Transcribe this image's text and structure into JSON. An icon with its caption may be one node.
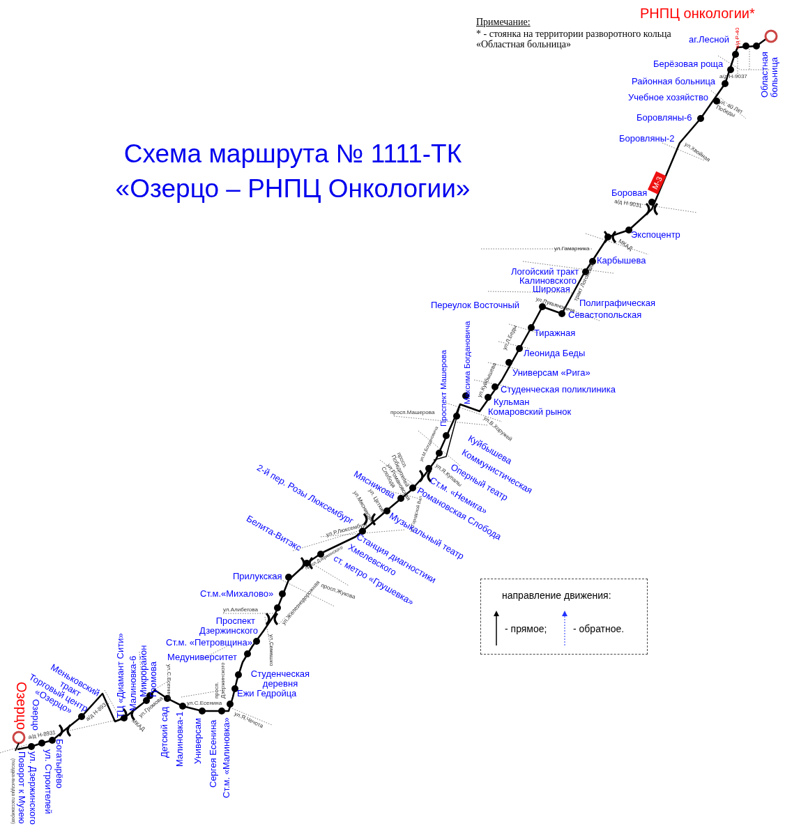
{
  "diagram": {
    "title": "Схема маршрута № 1111-ТК «Озерцо – РНПЦ Онкологии»",
    "labels": [
      "Примечание:",
      "* - стоянка на территории разворотного кольца «Областная больница»",
      "РНПЦ онкологии*",
      "аг.Лесной",
      "а/д Р-40",
      "Областная больница",
      "Берёзовая роща",
      "а/д Н-9037",
      "Районная больница",
      "Учебное хозяйство",
      "ул. 40 Лет Победы",
      "Боровляны-6",
      "Боровляны-2",
      "ул.Хвойная",
      "М-3",
      "Боровая",
      "а/д Н-9031",
      "Экспоцентр",
      "ул.Гамарника",
      "МКАД",
      "Карбышева",
      "Логойский тракт",
      "Калиновского",
      "тракт Логойский",
      "Широкая",
      "Переулок Восточный",
      "ул.Лукьяновича",
      "Полиграфическая",
      "Севастопольская",
      "Тиражная",
      "ул.Л.Беды",
      "Леонида Беды",
      "Универсам «Рига»",
      "ул.Куйбышева",
      "Студенческая поликлиника",
      "Максима Богдановича",
      "Проспект Машерова",
      "Кульман",
      "Комаровский рынок",
      "ул.В.Хоружей",
      "просп.Машерова",
      "Куйбышева",
      "Коммунистическая",
      "просп. Победителей",
      "ул.М.Богдановича",
      "ул.Я.Купалы",
      "Оперный театр",
      "ул.Романовская Слобода",
      "Ст.м. «Немига»",
      "Романовская Слобода",
      "Мясникова",
      "ул.Мясникова",
      "ул. Цеткин",
      "ул.Городской Вал",
      "2-й пер. Розы Люксембург",
      "Музыкальный театр",
      "ул.Р.Люксембург",
      "просп.Дзержинского",
      "Станция диагностики",
      "Белита-Витэкс",
      "Хмелевского",
      "ст. метро «Грушевка»",
      "Прилукская",
      "просп.Жукова",
      "Ст.м.«Михалово»",
      "ул.Железнодорожная",
      "ул.Алибегова",
      "Проспект Дзержинского",
      "ул.Семашко",
      "Ст.м. «Петровщина»",
      "Медуниверситет",
      "Студенческая деревня",
      "просп. Дзержинского",
      "Ежи Гедройца",
      "ул.Я.Чечота",
      "ул.С.Есенина",
      "Меньковский тракт",
      "Торговый центр «Озерцо»",
      "ТЦ «Диамант Сити»",
      "а/д Н-8931",
      "Малиновка-6",
      "Микрорайон Громова",
      "ул.С.Есенина",
      "ул.Громова",
      "МКАД",
      "Озерцо",
      "а/д Н-8931",
      "Детский сад",
      "Малиновка-1",
      "Универсам",
      "Сергея Есенина",
      "Ст.м. «Малиновка»",
      "Озерцо",
      "ул. Строителей",
      "Богатырёво",
      "Поворот к Музею",
      "ул. Дзержинского",
      "(посадка-высадка пассажиров)",
      "направление движения:"
    ],
    "legend": [
      {
        "text": "- прямое;"
      },
      {
        "text": "- обратное."
      }
    ]
  }
}
